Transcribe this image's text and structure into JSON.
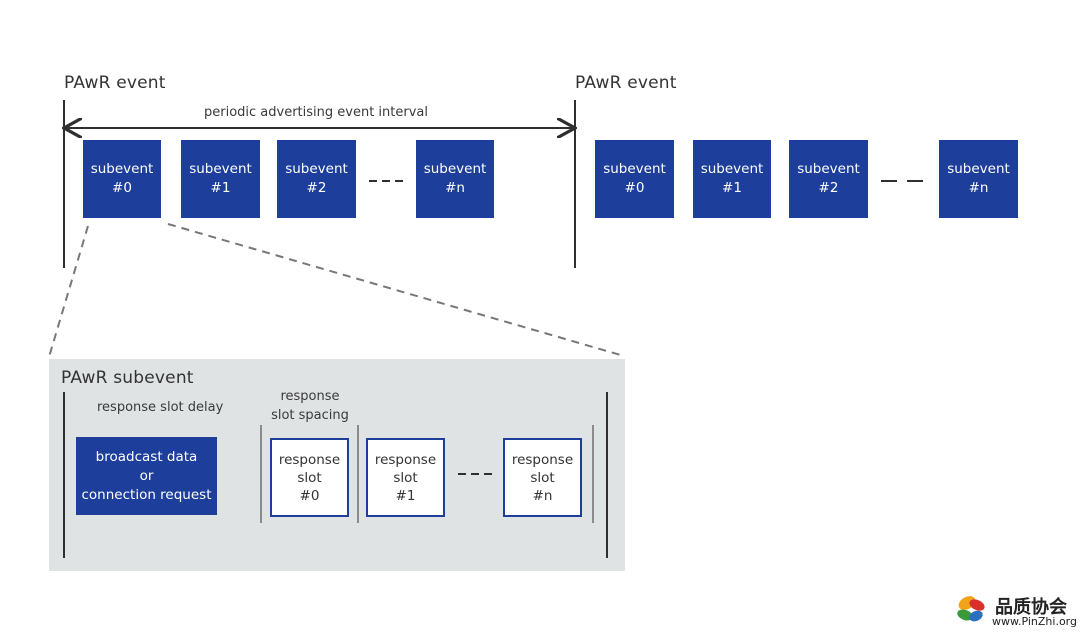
{
  "event_titles": [
    "PAwR event",
    "PAwR event"
  ],
  "interval_label": "periodic advertising event interval",
  "event1_subevents": [
    {
      "line1": "subevent",
      "line2": "#0"
    },
    {
      "line1": "subevent",
      "line2": "#1"
    },
    {
      "line1": "subevent",
      "line2": "#2"
    },
    {
      "line1": "subevent",
      "line2": "#n"
    }
  ],
  "event2_subevents": [
    {
      "line1": "subevent",
      "line2": "#0"
    },
    {
      "line1": "subevent",
      "line2": "#1"
    },
    {
      "line1": "subevent",
      "line2": "#2"
    },
    {
      "line1": "subevent",
      "line2": "#n"
    }
  ],
  "panel": {
    "title": "PAwR subevent",
    "delay_label": "response slot delay",
    "spacing_label_line1": "response",
    "spacing_label_line2": "slot spacing",
    "broadcast": {
      "line1": "broadcast data",
      "line2": "or",
      "line3": "connection request"
    },
    "slots": [
      {
        "line1": "response",
        "line2": "slot",
        "line3": "#0"
      },
      {
        "line1": "response",
        "line2": "slot",
        "line3": "#1"
      },
      {
        "line1": "response",
        "line2": "slot",
        "line3": "#n"
      }
    ]
  },
  "watermark": {
    "name": "品质协会",
    "url": "www.PinZhi.org"
  },
  "colors": {
    "subevent_fill": "#1d3f9b",
    "panel_bg": "#dfe3e4",
    "line": "#2f2f2f"
  }
}
